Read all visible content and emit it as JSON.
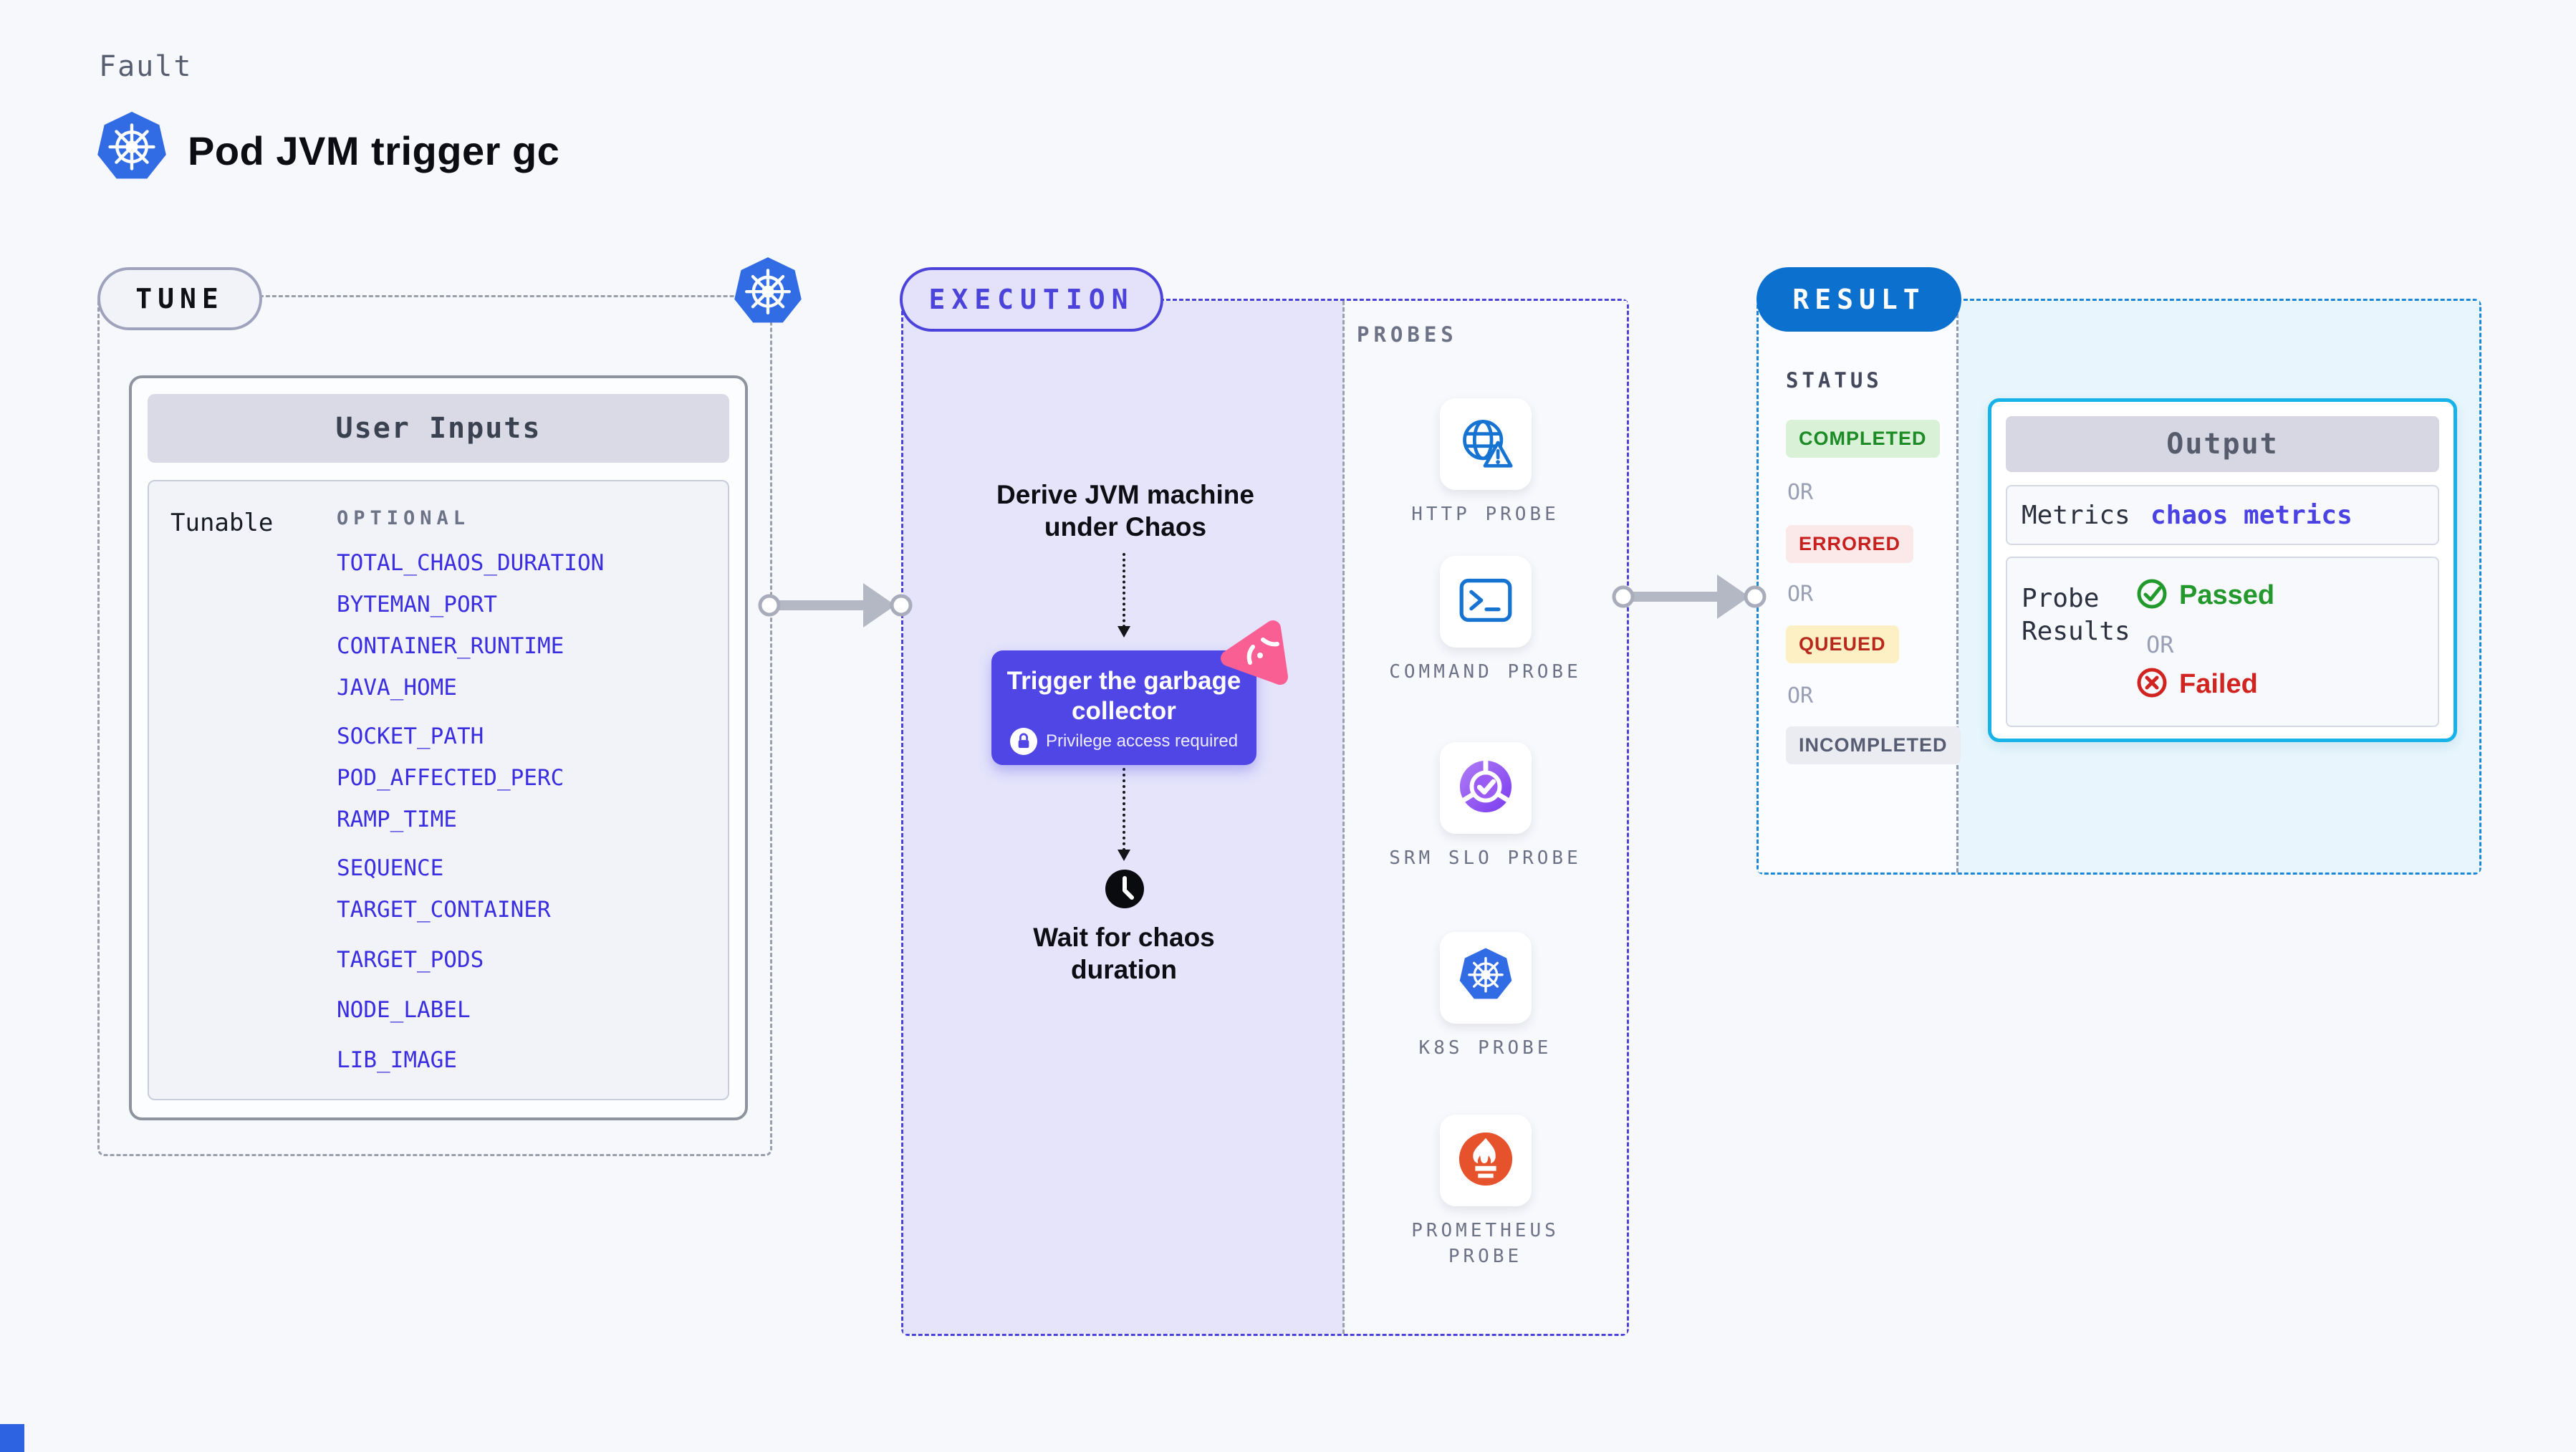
{
  "header": {
    "kicker": "Fault",
    "title": "Pod JVM trigger gc"
  },
  "tune": {
    "badge": "TUNE",
    "user_inputs": {
      "title": "User Inputs",
      "row_label": "Tunable",
      "group_label": "OPTIONAL",
      "vars": [
        "TOTAL_CHAOS_DURATION",
        "BYTEMAN_PORT",
        "CONTAINER_RUNTIME",
        "JAVA_HOME",
        "SOCKET_PATH",
        "POD_AFFECTED_PERC",
        "RAMP_TIME",
        "SEQUENCE",
        "TARGET_CONTAINER",
        "TARGET_PODS",
        "NODE_LABEL",
        "LIB_IMAGE"
      ]
    }
  },
  "execution": {
    "badge": "EXECUTION",
    "derive_step": "Derive JVM machine under Chaos",
    "trigger_card": {
      "title": "Trigger the garbage collector",
      "note": "Privilege access required"
    },
    "wait_step": "Wait for chaos duration"
  },
  "probes": {
    "label": "PROBES",
    "items": [
      {
        "label": "HTTP PROBE",
        "icon": "globe-warning-icon"
      },
      {
        "label": "COMMAND PROBE",
        "icon": "terminal-icon"
      },
      {
        "label": "SRM SLO PROBE",
        "icon": "slo-donut-check-icon"
      },
      {
        "label": "K8S PROBE",
        "icon": "kubernetes-icon"
      },
      {
        "label": "PROMETHEUS PROBE",
        "icon": "prometheus-flame-icon"
      }
    ]
  },
  "result": {
    "badge": "RESULT",
    "status": {
      "label": "STATUS",
      "separator": "OR",
      "items": [
        {
          "text": "COMPLETED",
          "color": "#1c8a25",
          "bg": "#d8f1d7"
        },
        {
          "text": "ERRORED",
          "color": "#c7201f",
          "bg": "#fbe9e9"
        },
        {
          "text": "QUEUED",
          "color": "#b9281c",
          "bg": "#fcf0c4"
        },
        {
          "text": "INCOMPLETED",
          "color": "#565c72",
          "bg": "#ebecf2"
        }
      ]
    },
    "output": {
      "title": "Output",
      "metrics_label": "Metrics",
      "metrics_value": "chaos metrics",
      "probe_results_label": "Probe Results",
      "passed": "Passed",
      "separator": "OR",
      "failed": "Failed"
    }
  },
  "colors": {
    "kubernetes_blue": "#326ce5",
    "execution_indigo": "#4b43da",
    "trigger_card_indigo": "#4f46e5",
    "result_blue": "#0c70cf",
    "output_border_cyan": "#16b2e8",
    "litmus_pink": "#fa5f93",
    "prometheus_orange": "#e6522c",
    "var_link_blue": "#3a2ee0",
    "passed_green": "#23982c",
    "failed_red": "#d12420"
  }
}
